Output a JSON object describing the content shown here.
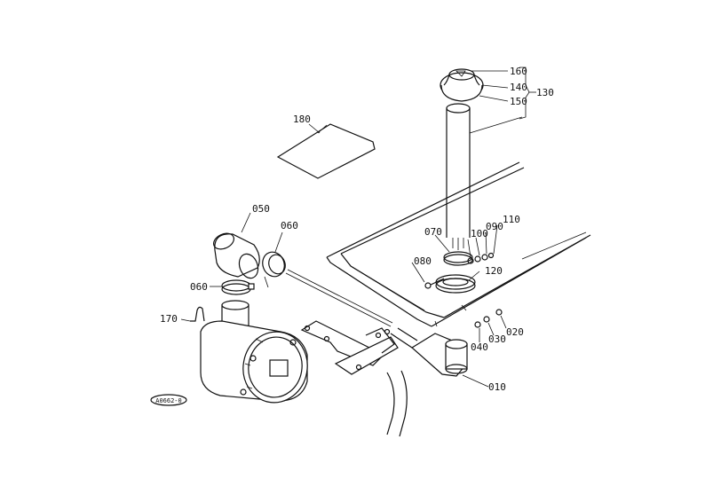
{
  "diagram": {
    "callouts": {
      "p160": "160",
      "p140": "140",
      "p130": "130",
      "p150": "150",
      "p180": "180",
      "p110": "110",
      "p090": "090",
      "p100": "100",
      "p070": "070",
      "p080": "080",
      "p120": "120",
      "p050": "050",
      "p060a": "060",
      "p060b": "060",
      "p170": "170",
      "p020": "020",
      "p030": "030",
      "p040": "040",
      "p010": "010"
    },
    "ref_code": "A0662-0"
  }
}
